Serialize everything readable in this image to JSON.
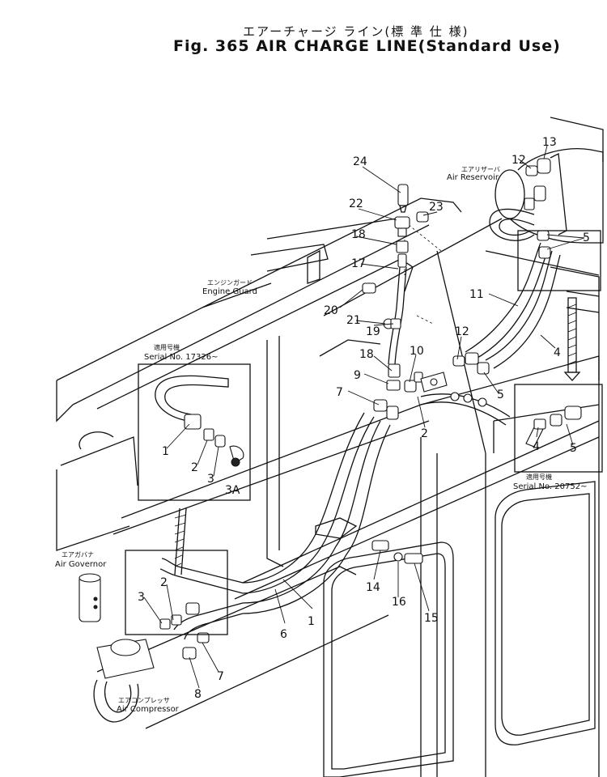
{
  "title": {
    "japanese": "エアーチャージ ライン(標 準 仕 様)",
    "english": "Fig. 365 AIR CHARGE LINE(Standard Use)"
  },
  "labels": {
    "air_reservoir_jp": "エアリザーバ",
    "air_reservoir": "Air Reservoir",
    "engine_guard_jp": "エンジンガード",
    "engine_guard": "Engine Guard",
    "serial_a_jp": "適用号機",
    "serial_a": "Serial No. 17326~",
    "serial_b_jp": "適用号機",
    "serial_b": "Serial No. 20752~",
    "air_governor_jp": "エアガバナ",
    "air_governor": "Air Governor",
    "air_compressor_jp": "エアコンプレッサ",
    "air_compressor": "Air Compressor"
  },
  "callouts": [
    "24",
    "22",
    "23",
    "18",
    "17",
    "20",
    "21",
    "19",
    "18",
    "9",
    "10",
    "12",
    "7",
    "2",
    "12",
    "13",
    "5",
    "11",
    "4",
    "5",
    "1",
    "2",
    "3",
    "3A",
    "4",
    "5",
    "3",
    "2",
    "6",
    "1",
    "14",
    "16",
    "15",
    "7",
    "8"
  ]
}
